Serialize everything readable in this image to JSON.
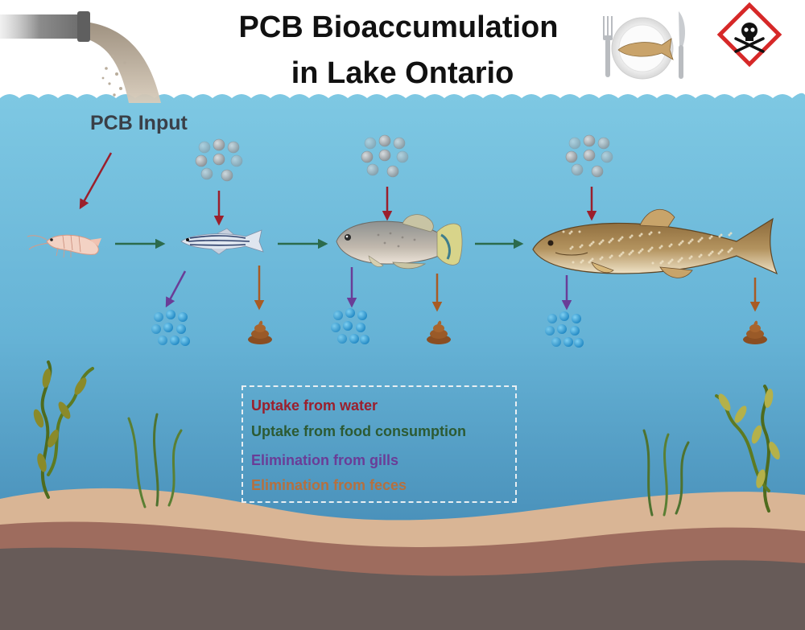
{
  "title": {
    "line1": "PCB Bioaccumulation",
    "line2": "in Lake Ontario"
  },
  "labels": {
    "pcb_input": "PCB Input"
  },
  "legend": [
    {
      "text": "Uptake from water",
      "color": "#9b1f2c"
    },
    {
      "text": "Uptake from food consumption",
      "color": "#2c5a33"
    },
    {
      "text": "Elimination from gills",
      "color": "#6a3d97"
    },
    {
      "text": "Elimination from feces",
      "color": "#b5703f"
    }
  ],
  "organisms": [
    "shrimp-icon",
    "zebrafish-icon",
    "killifish-icon",
    "lake-trout-icon"
  ],
  "icons": [
    "pipe-icon",
    "plate-fish-icon",
    "toxic-hazard-icon",
    "pcb-particles-icon",
    "gill-bubbles-icon",
    "feces-icon",
    "seaweed-icon"
  ],
  "colors": {
    "water_top": "#79c4e0",
    "water_bottom": "#3a7fac",
    "sediment_1": "#d9b595",
    "sediment_2": "#9e6c5e",
    "sediment_3": "#675b58",
    "arrow_water": "#9b1f2c",
    "arrow_food": "#2c6b4c",
    "arrow_gills": "#6a3d97",
    "arrow_feces": "#a85b24"
  }
}
